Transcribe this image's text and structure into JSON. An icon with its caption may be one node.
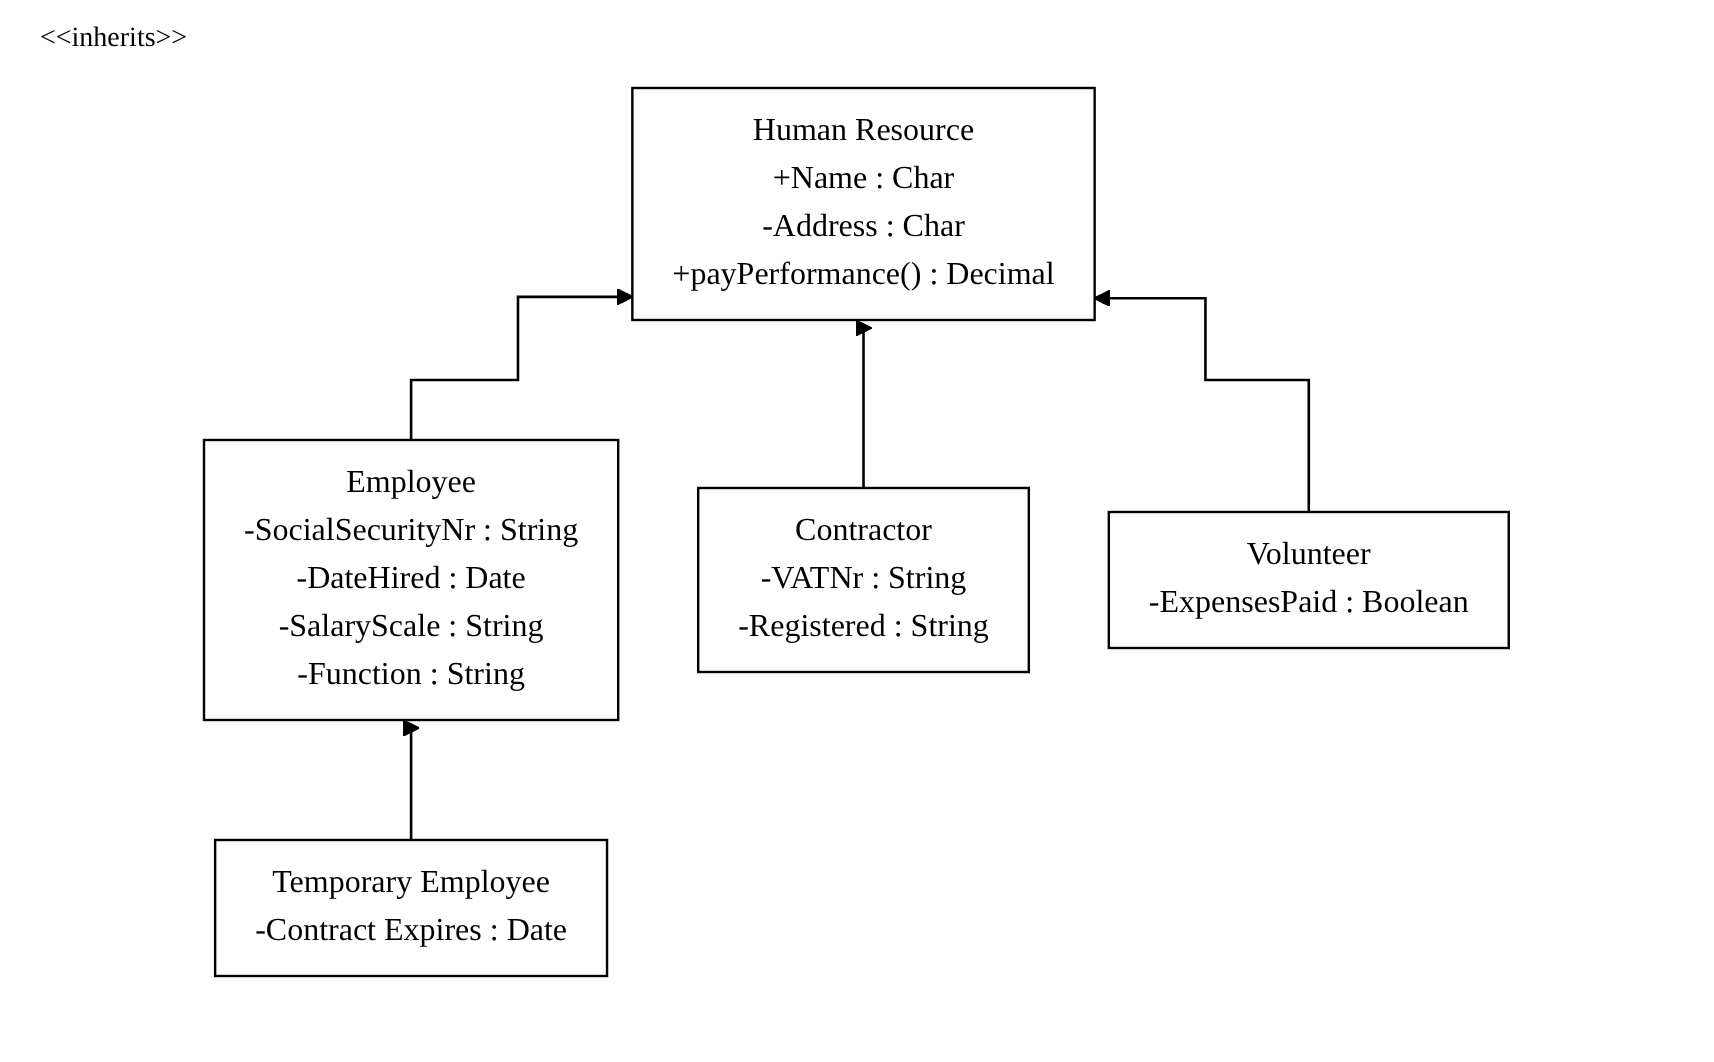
{
  "diagram": {
    "nodes": [
      {
        "text": [
          "Human Resource",
          "+Name : Char",
          "-Address : Char",
          "+payPerformance() : Decimal"
        ]
      },
      {
        "text": [
          "Employee",
          "-SocialSecurityNr : String",
          "-DateHired : Date",
          "-SalaryScale : String",
          "-Function : String"
        ]
      },
      {
        "text": [
          "Contractor",
          "-VATNr : String",
          "-Registered : String"
        ]
      },
      {
        "text": [
          "Volunteer",
          "-ExpensesPaid : Boolean"
        ]
      },
      {
        "text": [
          "Temporary Employee",
          "-Contract Expires : Date"
        ]
      }
    ],
    "edges": [
      {
        "from": 1,
        "to": 0,
        "arrow": "to"
      },
      {
        "from": 2,
        "to": 0,
        "arrow": "to"
      },
      {
        "from": 3,
        "to": 0,
        "arrow": "to"
      },
      {
        "from": 4,
        "to": 1,
        "arrow": "to"
      }
    ],
    "labels": [
      "<<inherits>>"
    ]
  }
}
